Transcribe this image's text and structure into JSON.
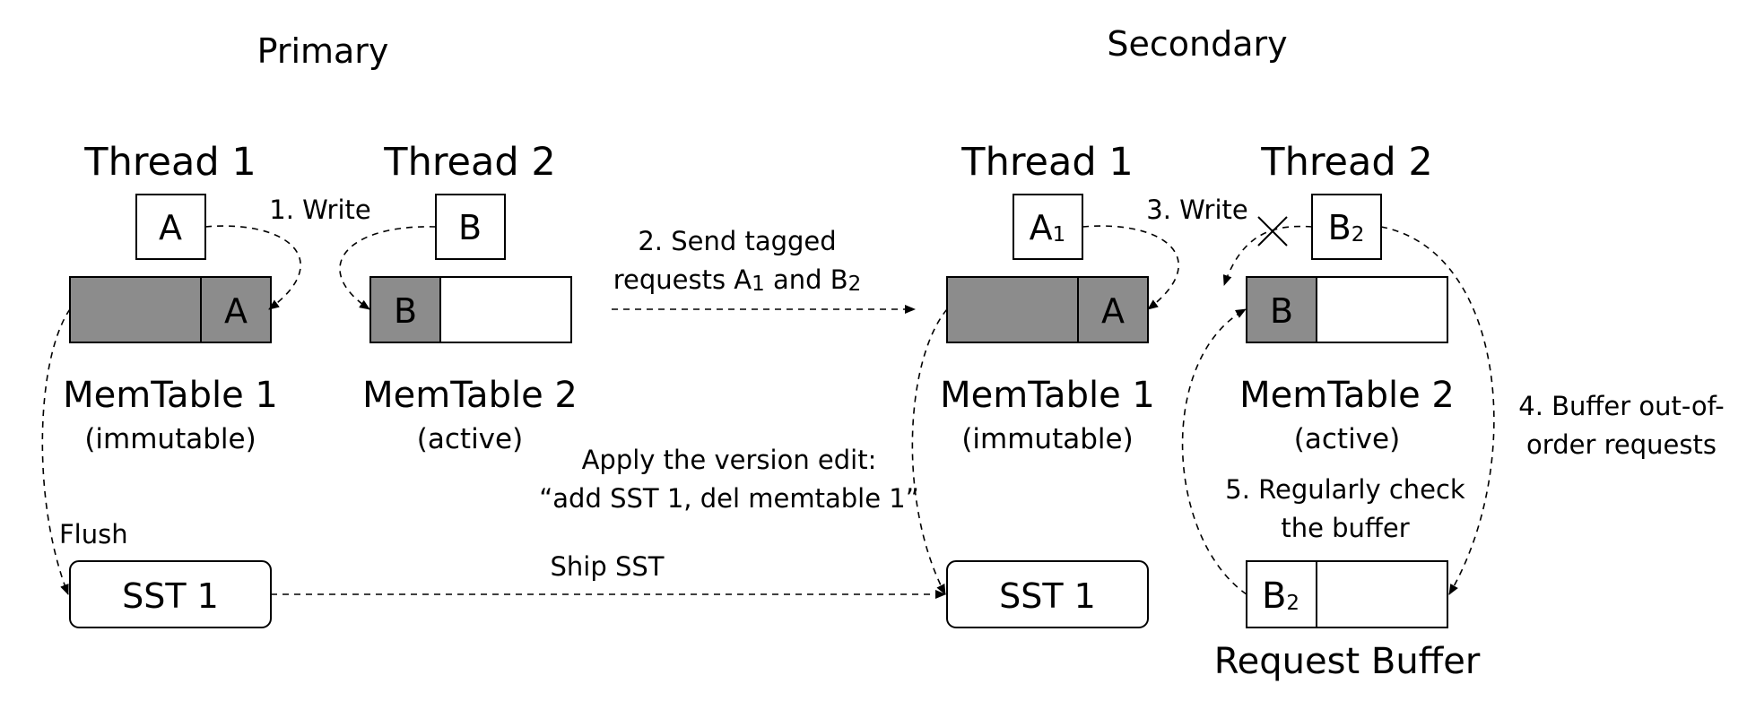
{
  "primary": {
    "title": "Primary",
    "thread1": {
      "label": "Thread 1",
      "request": "A"
    },
    "thread2": {
      "label": "Thread 2",
      "request": "B"
    },
    "memtable1": {
      "cell": "A",
      "name": "MemTable 1",
      "state": "(immutable)"
    },
    "memtable2": {
      "cell": "B",
      "name": "MemTable 2",
      "state": "(active)"
    },
    "write_label": "1. Write",
    "flush_label": "Flush",
    "sst": "SST 1"
  },
  "secondary": {
    "title": "Secondary",
    "thread1": {
      "label": "Thread 1",
      "request": "A",
      "request_sub": "1"
    },
    "thread2": {
      "label": "Thread 2",
      "request": "B",
      "request_sub": "2"
    },
    "memtable1": {
      "cell": "A",
      "name": "MemTable 1",
      "state": "(immutable)"
    },
    "memtable2": {
      "cell": "B",
      "name": "MemTable 2",
      "state": "(active)"
    },
    "write_label": "3. Write",
    "buffer_label": [
      "4. Buffer out-of-",
      "order requests"
    ],
    "check_label": [
      "5. Regularly check",
      "the buffer"
    ],
    "request_buffer": {
      "cell": "B",
      "cell_sub": "2",
      "name": "Request Buffer"
    },
    "sst": "SST 1"
  },
  "transfer": {
    "send_line1": "2. Send tagged",
    "send_line2_pre": "requests A",
    "send_sub1": "1",
    "send_mid": " and B",
    "send_sub2": "2",
    "apply_line1": "Apply the version edit:",
    "apply_line2": "“add SST 1, del memtable 1”",
    "ship_label": "Ship SST"
  }
}
